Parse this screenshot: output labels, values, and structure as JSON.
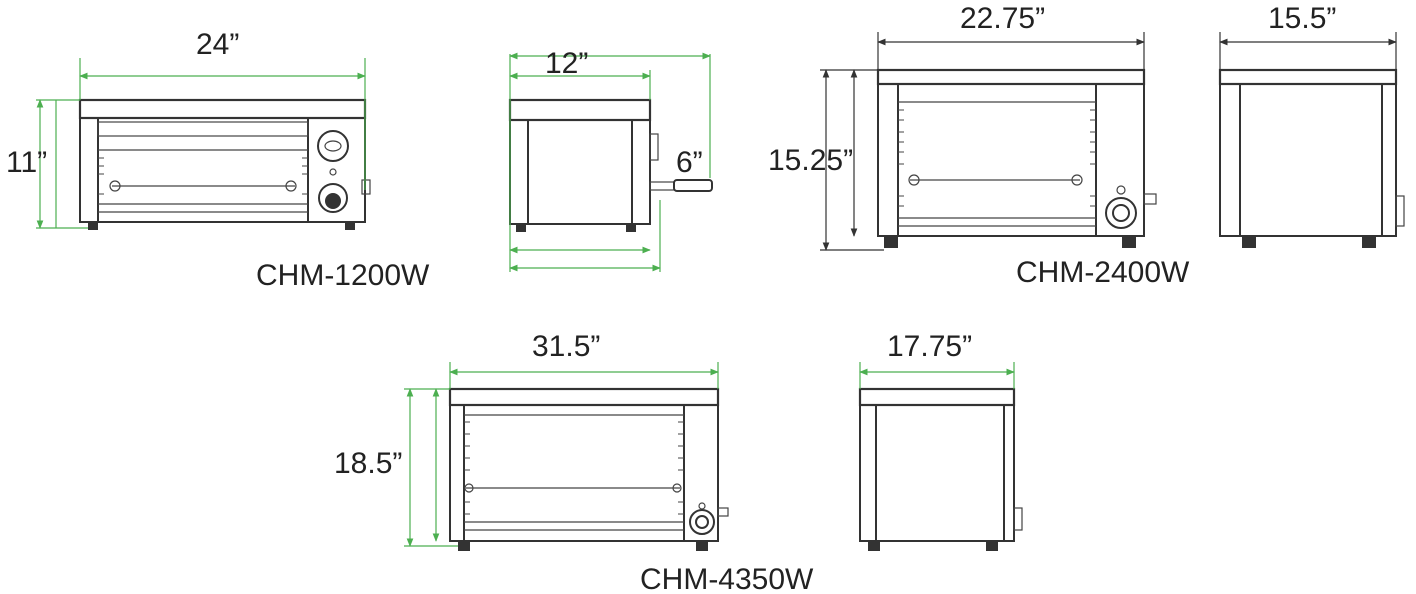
{
  "colors": {
    "line": "#333333",
    "dimension_green": "#4caf50",
    "background": "#ffffff"
  },
  "models": {
    "chm_1200w": {
      "name": "CHM-1200W",
      "width": "24”",
      "height": "11”",
      "depth": "12”",
      "handle": "6”"
    },
    "chm_2400w": {
      "name": "CHM-2400W",
      "width": "22.75”",
      "height": "15.25”",
      "depth": "15.5”"
    },
    "chm_4350w": {
      "name": "CHM-4350W",
      "width": "31.5”",
      "height": "18.5”",
      "depth": "17.75”"
    }
  }
}
